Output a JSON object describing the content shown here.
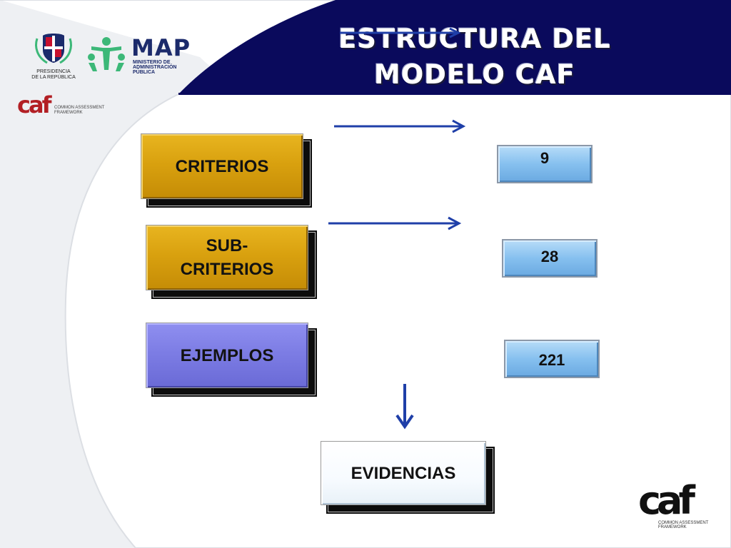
{
  "title": {
    "line1": "ESTRUCTURA DEL",
    "line2": "MODELO CAF"
  },
  "logos": {
    "presidencia": {
      "text_line1": "PRESIDENCIA",
      "text_line2": "DE LA REPÚBLICA"
    },
    "map": {
      "name": "MAP",
      "sub1": "MINISTERIO DE",
      "sub2": "ADMINISTRACIÓN",
      "sub3": "PÚBLICA"
    },
    "caf_small": {
      "mark": "caf",
      "line1": "COMMON ASSESSMENT",
      "line2": "FRAMEWORK"
    },
    "caf_large": {
      "mark": "caf",
      "line1": "COMMON ASSESSMENT",
      "line2": "FRAMEWORK"
    }
  },
  "boxes": {
    "criterios": "CRITERIOS",
    "subcriterios_line1": "SUB-",
    "subcriterios_line2": "CRITERIOS",
    "ejemplos": "EJEMPLOS",
    "evidencias": "EVIDENCIAS"
  },
  "counts": {
    "criterios": "9",
    "subcriterios": "28",
    "ejemplos": "221"
  },
  "colors": {
    "navy": "#0a0a5c",
    "gold": "#d9a10f",
    "violet": "#7b7be3",
    "light_blue": "#86c0ef",
    "arrow_blue": "#1f3fa8",
    "map_green": "#3cb878",
    "map_navy": "#1b2a6b",
    "caf_red": "#b21f24"
  }
}
